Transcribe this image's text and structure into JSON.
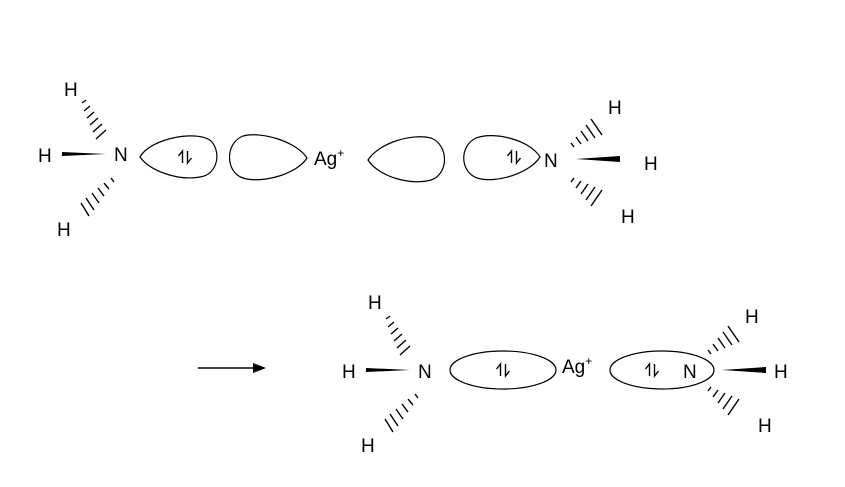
{
  "labels": {
    "hydrogen": "H",
    "nitrogen": "N",
    "silver": "Ag",
    "charge": "+"
  },
  "reaction_arrow": "yield-arrow-icon",
  "electron_pair": "paired-spin-arrows-icon"
}
